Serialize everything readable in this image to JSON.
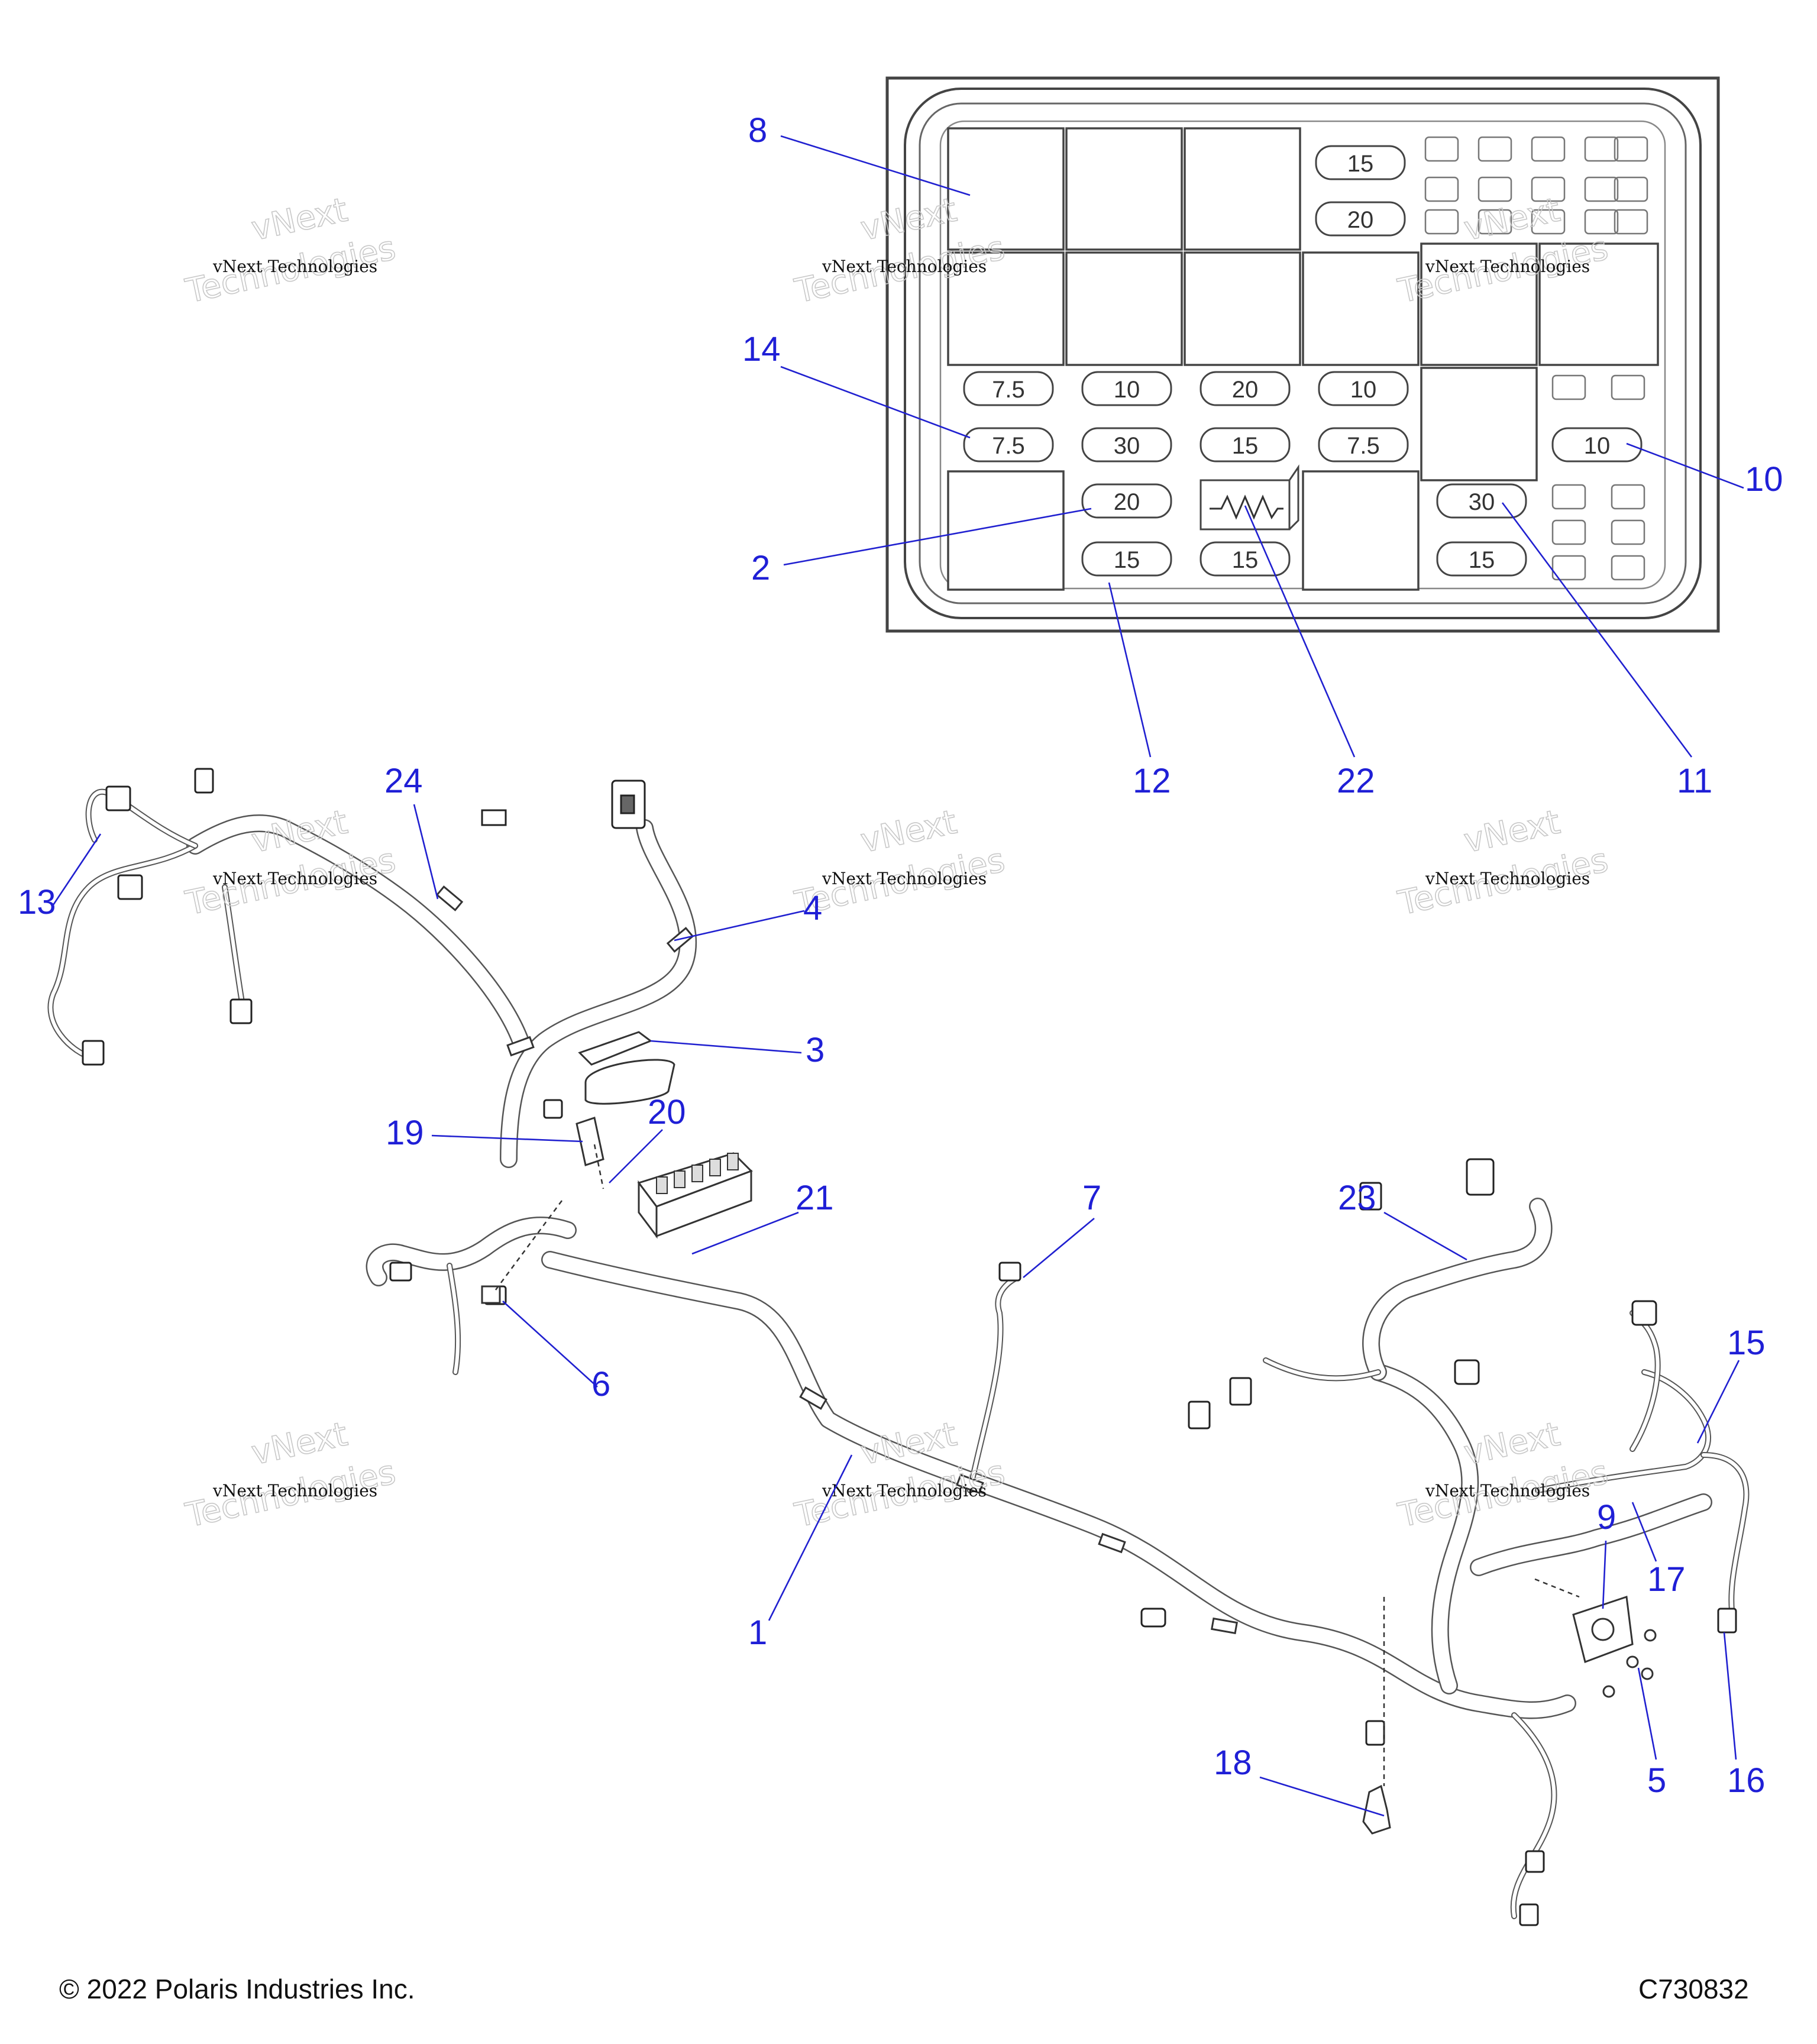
{
  "fuse_box": {
    "fuse_labels": [
      "15",
      "20",
      "7.5",
      "10",
      "20",
      "10",
      "7.5",
      "30",
      "15",
      "7.5",
      "10",
      "20",
      "30",
      "15",
      "15",
      "15"
    ]
  },
  "callouts": [
    "8",
    "14",
    "2",
    "10",
    "12",
    "22",
    "11",
    "24",
    "13",
    "4",
    "3",
    "19",
    "20",
    "21",
    "7",
    "23",
    "6",
    "15",
    "9",
    "17",
    "1",
    "5",
    "16",
    "18"
  ],
  "watermark": {
    "small": "vNext Technologies",
    "large": "Technologies",
    "large_top": "vNext"
  },
  "footer": {
    "copyright": "© 2022 Polaris Industries Inc.",
    "code": "C730832"
  }
}
